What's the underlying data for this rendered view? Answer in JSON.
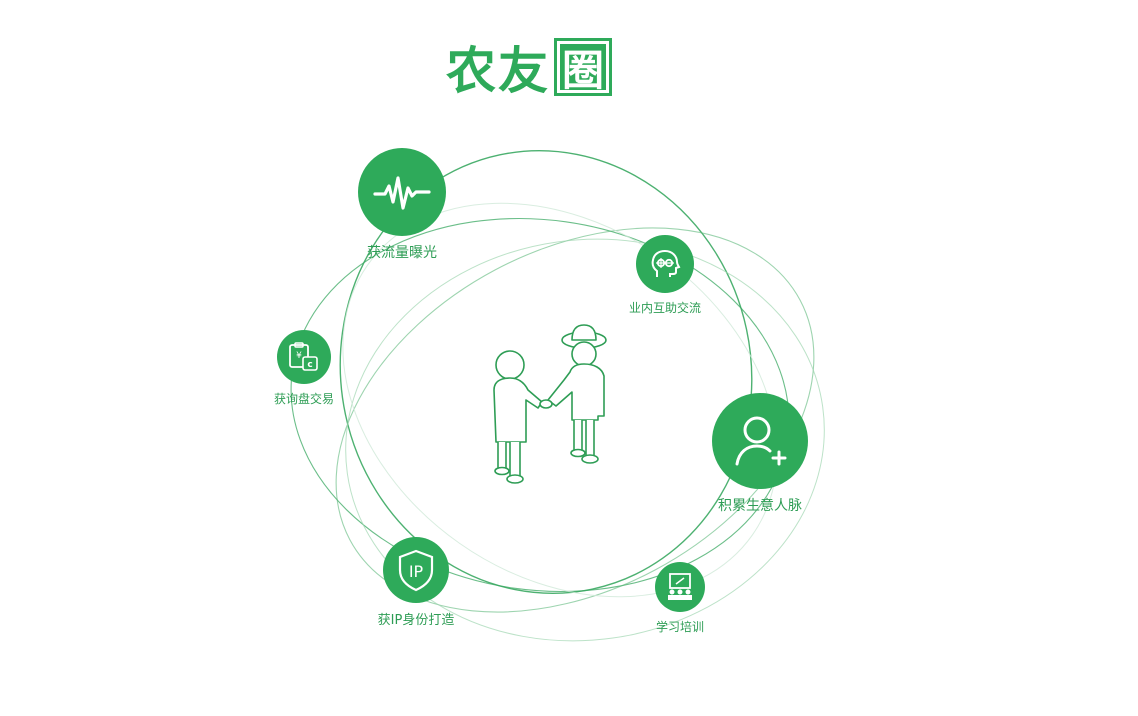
{
  "title": {
    "main": "农友",
    "boxed": "圈"
  },
  "colors": {
    "accent": "#2eaa5a",
    "label": "#2e9d55",
    "orbit": "#3aa862",
    "orbit_light": "#bfe3cb"
  },
  "nodes": [
    {
      "key": "traffic",
      "label": "获流量曝光",
      "icon": "waveform-icon"
    },
    {
      "key": "exchange",
      "label": "业内互助交流",
      "icon": "head-gears-icon"
    },
    {
      "key": "inquiry",
      "label": "获询盘交易",
      "icon": "clipboard-yen-icon"
    },
    {
      "key": "network",
      "label": "积累生意人脉",
      "icon": "add-user-icon"
    },
    {
      "key": "ip",
      "label": "获IP身份打造",
      "icon": "ip-shield-icon"
    },
    {
      "key": "training",
      "label": "学习培训",
      "icon": "classroom-icon"
    }
  ],
  "center": {
    "icon": "handshake-figures-icon"
  }
}
